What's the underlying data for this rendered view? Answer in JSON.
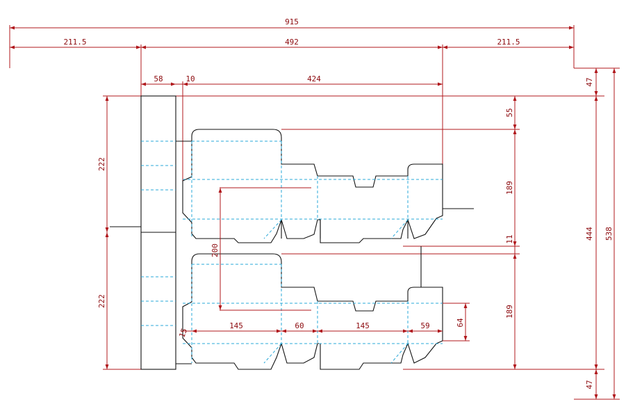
{
  "dimensions": {
    "overall_width": "915",
    "side_margin_left": "211.5",
    "board_width": "492",
    "side_margin_right": "211.5",
    "flap_width": "58",
    "gap": "10",
    "die_width": "424",
    "top_margin": "47",
    "top_offset": "55",
    "piece_height_upper": "189",
    "piece_spacing": "11",
    "piece_height_lower": "189",
    "bottom_margin": "47",
    "inner_height": "444",
    "overall_height": "538",
    "strip_upper": "222",
    "strip_lower": "222",
    "panel_height": "200",
    "panel_a": "145",
    "panel_b": "60",
    "panel_c": "145",
    "panel_d": "59",
    "glue_tab": "15",
    "tab_height": "64"
  },
  "colors": {
    "dimension": "#b0181c",
    "cut_line": "#111111",
    "fold_line": "#29a8d8"
  }
}
